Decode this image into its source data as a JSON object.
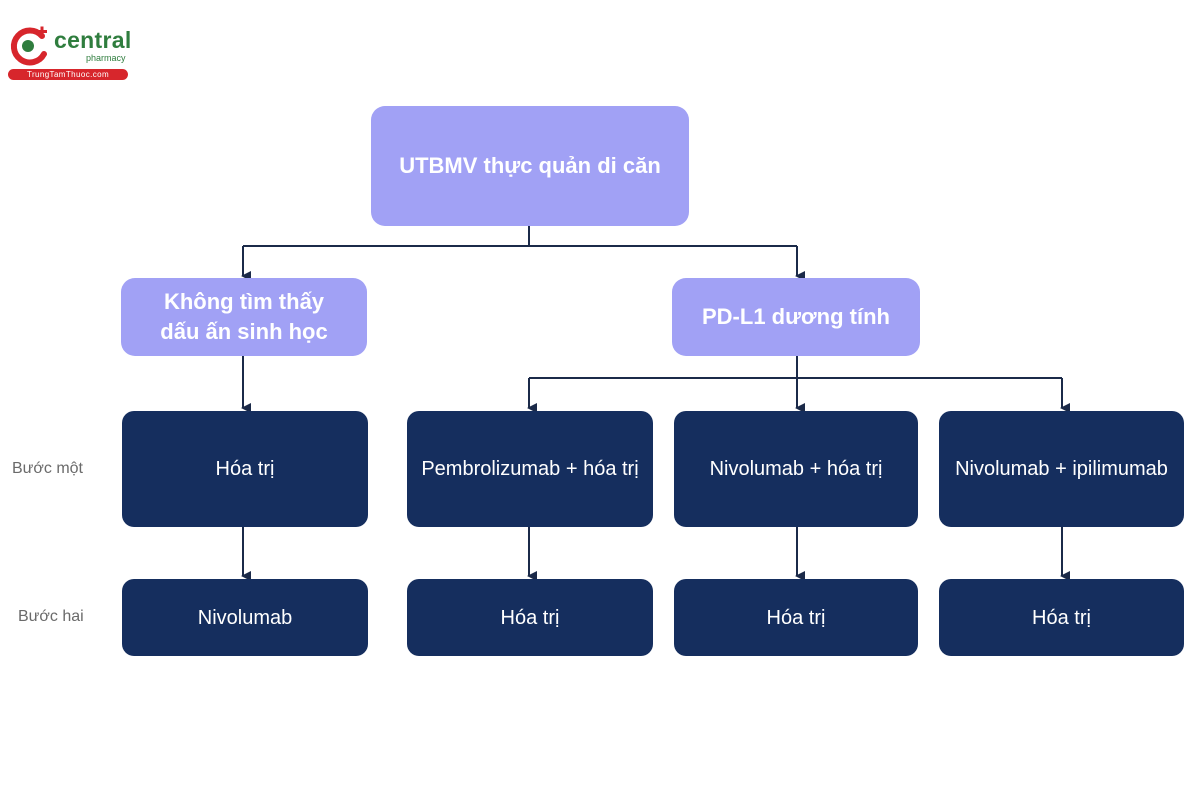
{
  "logo": {
    "brand": "central",
    "sub": "pharmacy",
    "site": "TrungTamThuoc.com"
  },
  "diagram": {
    "root": "UTBMV thực quản di căn",
    "branch_left": "Không tìm thấy dấu ấn sinh học",
    "branch_right": "PD-L1 dương tính",
    "row_labels": {
      "first": "Bước một",
      "second": "Bước hai"
    },
    "line1": {
      "col1": "Hóa trị",
      "col2": "Pembrolizumab + hóa trị",
      "col3": "Nivolumab + hóa trị",
      "col4": "Nivolumab + ipilimumab"
    },
    "line2": {
      "col1": "Nivolumab",
      "col2": "Hóa trị",
      "col3": "Hóa trị",
      "col4": "Hóa trị"
    }
  },
  "colors": {
    "light_node": "#a1a1f5",
    "dark_node": "#152e5e",
    "connector": "#1b2a49",
    "brand_green": "#2f7d3e",
    "brand_red": "#d7262c"
  }
}
